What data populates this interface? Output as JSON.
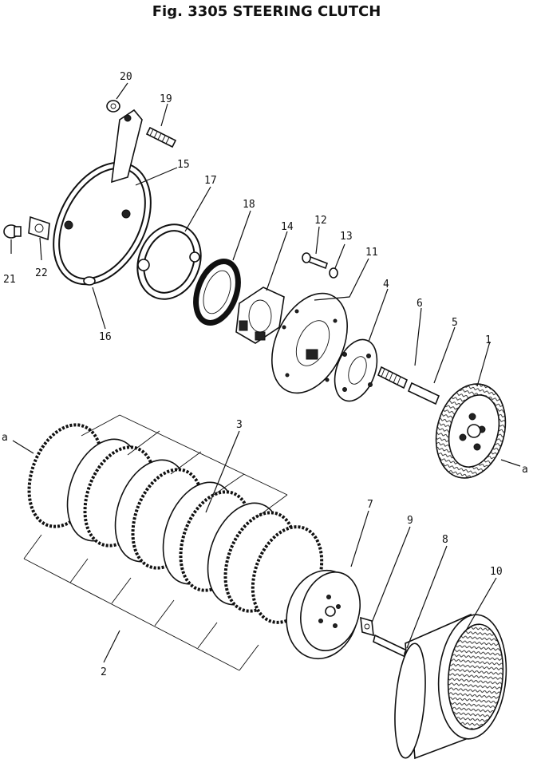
{
  "title": "Fig. 3305 STEERING CLUTCH",
  "labels": {
    "p1": "1",
    "p2": "2",
    "p3": "3",
    "p4": "4",
    "p5": "5",
    "p6": "6",
    "p7": "7",
    "p8": "8",
    "p9": "9",
    "p10": "10",
    "p11": "11",
    "p12": "12",
    "p13": "13",
    "p14": "14",
    "p15": "15",
    "p16": "16",
    "p17": "17",
    "p18": "18",
    "p19": "19",
    "p20": "20",
    "p21": "21",
    "p22": "22",
    "ref_a_left": "a",
    "ref_a_right": "a"
  }
}
